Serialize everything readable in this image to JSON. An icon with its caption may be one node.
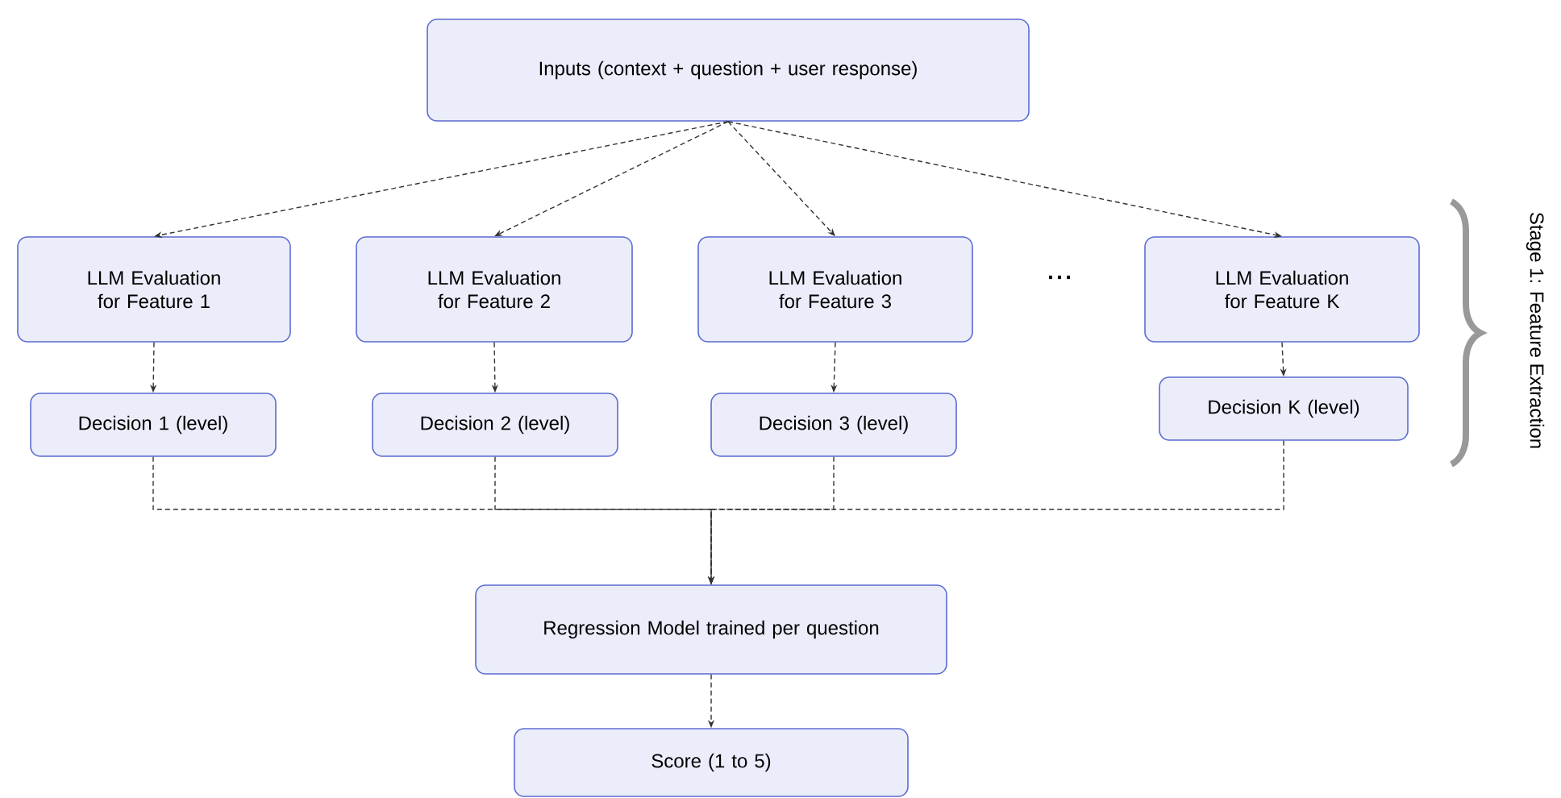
{
  "diagram": {
    "nodes": [
      {
        "text": [
          "Inputs (context + question + user response)"
        ]
      },
      {
        "text": [
          "LLM Evaluation for Feature 1"
        ]
      },
      {
        "text": [
          "LLM Evaluation for Feature 2"
        ]
      },
      {
        "text": [
          "LLM Evaluation for Feature 3"
        ]
      },
      {
        "text": [
          "LLM Evaluation for Feature K"
        ]
      },
      {
        "text": [
          "Decision 1 (level)"
        ]
      },
      {
        "text": [
          "Decision 2 (level)"
        ]
      },
      {
        "text": [
          "Decision 3 (level)"
        ]
      },
      {
        "text": [
          "Decision K (level)"
        ]
      },
      {
        "text": [
          "Regression Model trained per question"
        ]
      },
      {
        "text": [
          "Score (1 to 5)"
        ]
      }
    ],
    "edges": [
      {
        "from": 0,
        "to": 1,
        "arrow": "to",
        "style": "dashed"
      },
      {
        "from": 0,
        "to": 2,
        "arrow": "to",
        "style": "dashed"
      },
      {
        "from": 0,
        "to": 3,
        "arrow": "to",
        "style": "dashed"
      },
      {
        "from": 0,
        "to": 4,
        "arrow": "to",
        "style": "dashed"
      },
      {
        "from": 1,
        "to": 5,
        "arrow": "to",
        "style": "dashed"
      },
      {
        "from": 2,
        "to": 6,
        "arrow": "to",
        "style": "dashed"
      },
      {
        "from": 3,
        "to": 7,
        "arrow": "to",
        "style": "dashed"
      },
      {
        "from": 4,
        "to": 8,
        "arrow": "to",
        "style": "dashed"
      },
      {
        "from": 5,
        "to": 9,
        "arrow": "to",
        "style": "dashed"
      },
      {
        "from": 6,
        "to": 9,
        "arrow": "to",
        "style": "dashed"
      },
      {
        "from": 7,
        "to": 9,
        "arrow": "to",
        "style": "dashed"
      },
      {
        "from": 8,
        "to": 9,
        "arrow": "to",
        "style": "dashed"
      },
      {
        "from": 9,
        "to": 10,
        "arrow": "to",
        "style": "dashed"
      }
    ],
    "labels": [
      "...",
      "Stage 1: Feature Extraction"
    ]
  }
}
